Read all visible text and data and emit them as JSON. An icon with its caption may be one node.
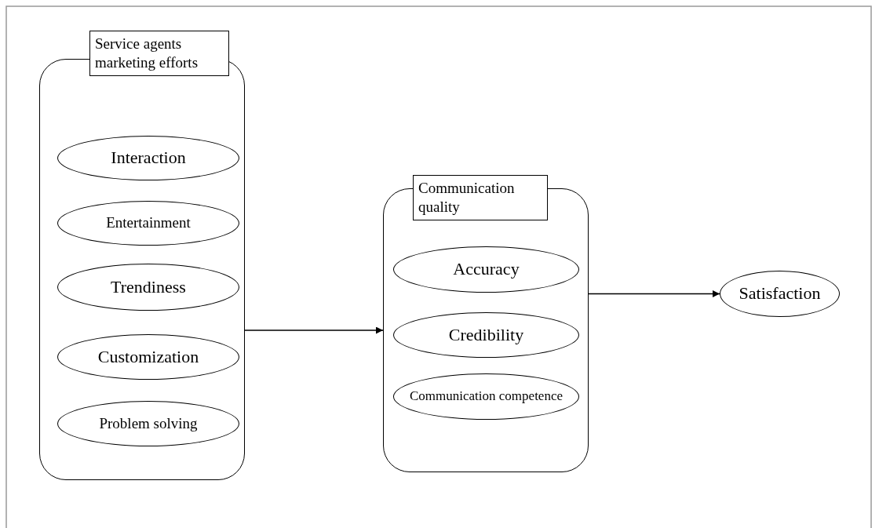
{
  "diagram": {
    "nodes": [
      {
        "text": [
          "Service agents marketing efforts"
        ]
      },
      {
        "text": [
          "Interaction"
        ],
        "in": 0
      },
      {
        "text": [
          "Entertainment"
        ],
        "in": 0
      },
      {
        "text": [
          "Trendiness"
        ],
        "in": 0
      },
      {
        "text": [
          "Customization"
        ],
        "in": 0
      },
      {
        "text": [
          "Problem solving"
        ],
        "in": 0
      },
      {
        "text": [
          "Communication quality"
        ]
      },
      {
        "text": [
          "Accuracy"
        ],
        "in": 6
      },
      {
        "text": [
          "Credibility"
        ],
        "in": 6
      },
      {
        "text": [
          "Communication competence"
        ],
        "in": 6
      },
      {
        "text": [
          "Satisfaction"
        ]
      }
    ],
    "edges": [
      {
        "from": 0,
        "to": 6,
        "arrow": "to"
      },
      {
        "from": 6,
        "to": 10,
        "arrow": "to"
      }
    ]
  }
}
